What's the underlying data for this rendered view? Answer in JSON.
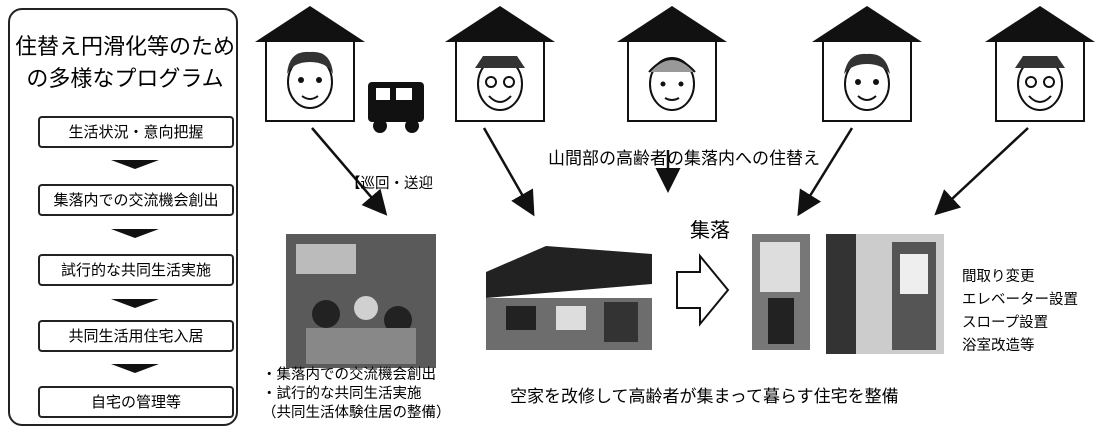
{
  "panel": {
    "title_line1": "住替え円滑化等のため",
    "title_line2": "の多様なプログラム",
    "steps": [
      "生活状況・意向把握",
      "集落内での交流機会創出",
      "試行的な共同生活実施",
      "共同生活用住宅入居",
      "自宅の管理等"
    ]
  },
  "labels": {
    "patrol": "【巡回・送迎",
    "main_caption": "山間部の高齢者の集落内への住替え",
    "village": "集落",
    "renovation_caption": "空家を改修して高齢者が集まって暮らす住宅を整備",
    "left_notes": [
      "・集落内での交流機会創出",
      "・試行的な共同生活実施",
      "（共同生活体験住居の整備）"
    ],
    "right_notes": [
      "間取り変更",
      "エレベーター設置",
      "スロープ設置",
      "浴室改造等"
    ]
  },
  "icons": [
    "house-icon",
    "elderly-face-icon",
    "van-icon",
    "arrow-icon",
    "photo"
  ]
}
